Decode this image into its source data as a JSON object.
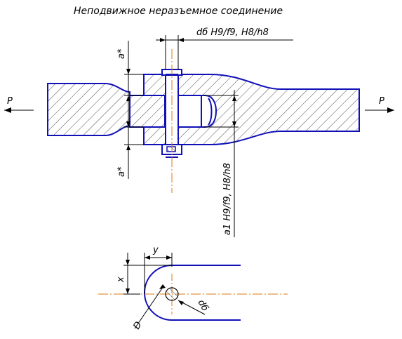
{
  "title": "Неподвижное неразъемное соединение",
  "labels": {
    "fit_bolt": "dб H9/f9, H8/h8",
    "fit_main": "a1 H9/f9, H8/h8",
    "a_top": "a*",
    "a_bottom": "a*",
    "force_left": "P",
    "force_right": "P",
    "dim_y": "y",
    "dim_x": "x",
    "dim_D": "D",
    "dim_db": "dб"
  },
  "colors": {
    "outline": "#1010b8",
    "axis": "#e07a10",
    "line": "#000000"
  }
}
